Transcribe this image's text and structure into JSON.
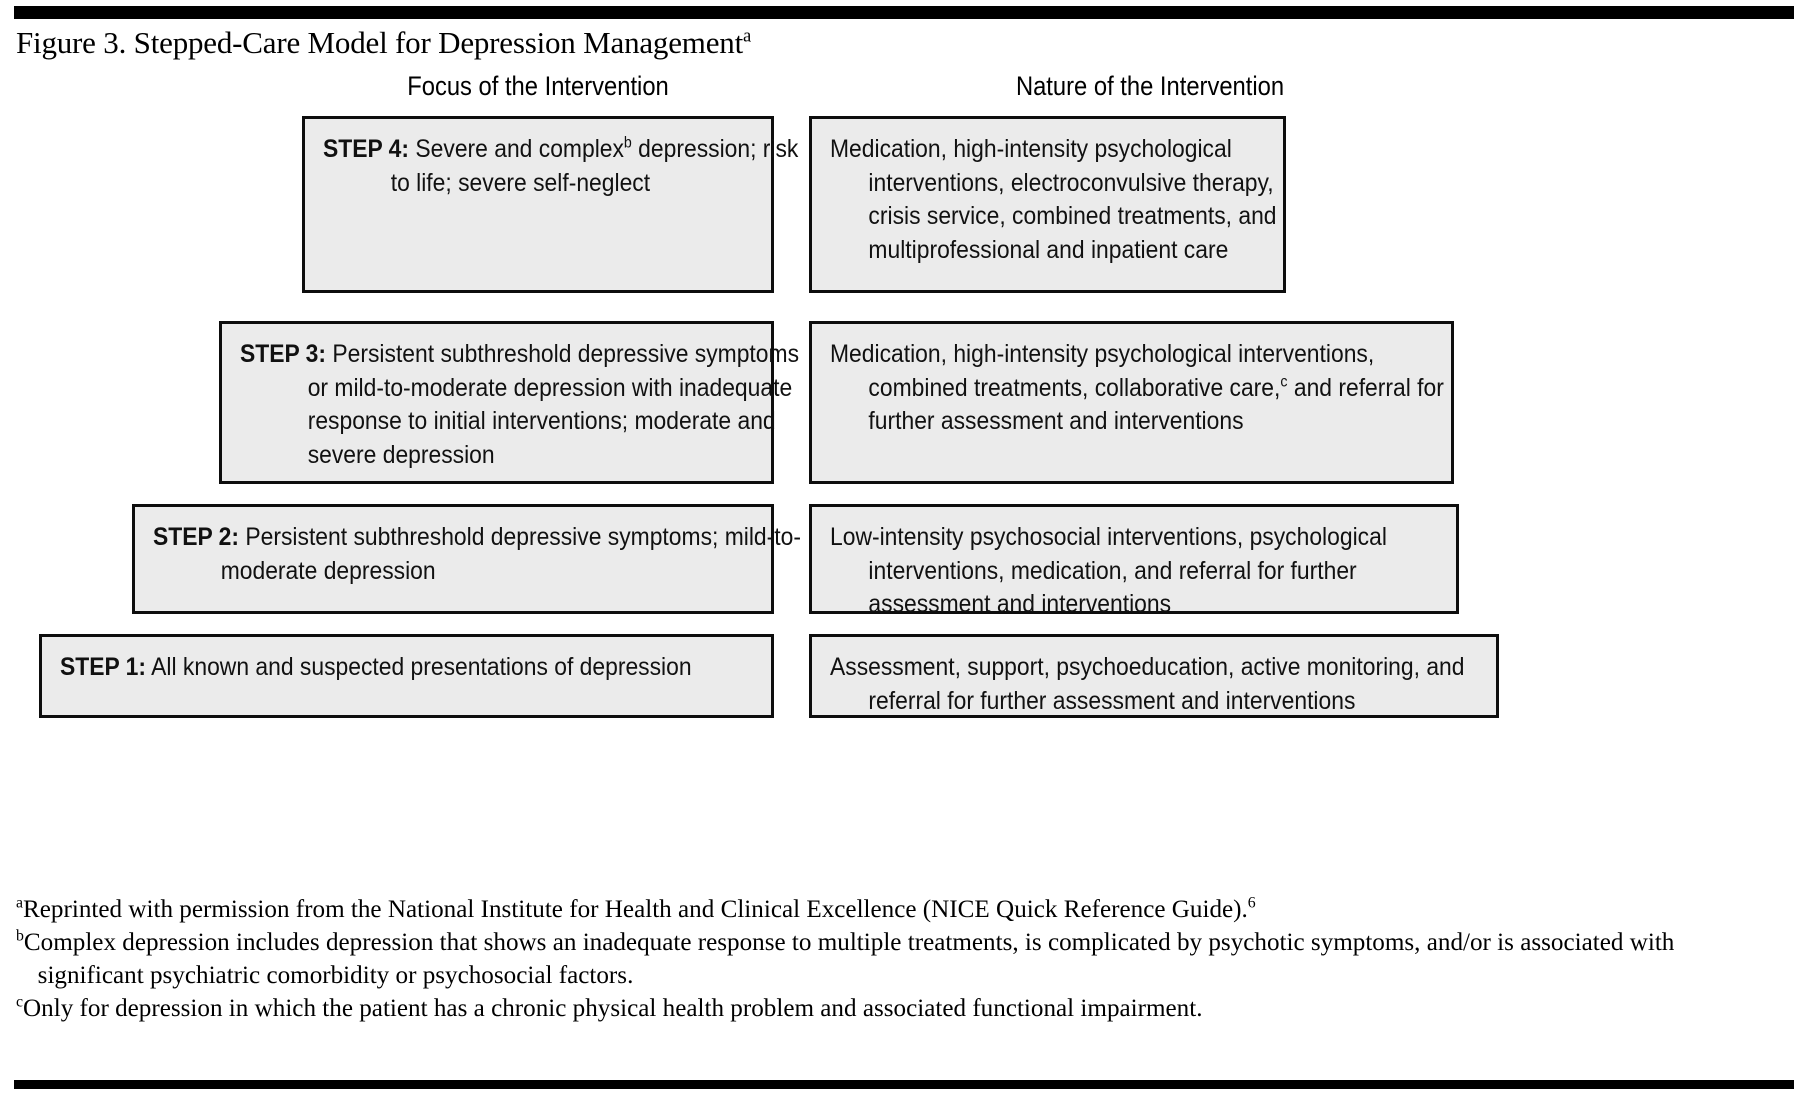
{
  "figure": {
    "title_text": "Figure 3. Stepped-Care Model for Depression Management",
    "title_superscript": "a",
    "accent_rule_color": "#000000",
    "box_fill_color": "#ebebeb",
    "box_border_color": "#0d0d0d"
  },
  "columns": {
    "focus_header": "Focus of the Intervention",
    "nature_header": "Nature of the Intervention"
  },
  "steps": [
    {
      "id": "step-4",
      "label": "STEP 4:",
      "focus_text": "Severe and complex",
      "focus_superscript": "b",
      "focus_text_rest": " depression; risk to life; severe self-neglect",
      "nature_text": "Medication, high-intensity psychological interventions, electroconvulsive therapy, crisis service, combined treatments, and multiprofessional and inpatient care",
      "nature_superscript": "",
      "nature_text_rest": ""
    },
    {
      "id": "step-3",
      "label": "STEP 3:",
      "focus_text": "Persistent subthreshold depressive symptoms or mild-to-moderate depression with inadequate response to initial interventions; moderate and severe depression",
      "focus_superscript": "",
      "focus_text_rest": "",
      "nature_text": "Medication, high-intensity psychological interventions, combined treatments, collaborative care,",
      "nature_superscript": "c",
      "nature_text_rest": " and referral for further assessment and interventions"
    },
    {
      "id": "step-2",
      "label": "STEP 2:",
      "focus_text": "Persistent subthreshold depressive symptoms; mild-to-moderate depression",
      "focus_superscript": "",
      "focus_text_rest": "",
      "nature_text": "Low-intensity psychosocial interventions, psychological interventions, medication, and referral for further assessment and interventions",
      "nature_superscript": "",
      "nature_text_rest": ""
    },
    {
      "id": "step-1",
      "label": "STEP 1:",
      "focus_text": "All known and suspected presentations of depression",
      "focus_superscript": "",
      "focus_text_rest": "",
      "nature_text": "Assessment, support, psychoeducation, active monitoring, and referral for further assessment and interventions",
      "nature_superscript": "",
      "nature_text_rest": ""
    }
  ],
  "footnotes": [
    {
      "marker": "a",
      "text": "Reprinted with permission from the National Institute for Health and Clinical Excellence (NICE Quick Reference Guide).",
      "reference": "6"
    },
    {
      "marker": "b",
      "text": "Complex depression includes depression that shows an inadequate response to multiple treatments, is complicated by psychotic symptoms, and/or is associated with significant psychiatric comorbidity or psychosocial factors.",
      "reference": ""
    },
    {
      "marker": "c",
      "text": "Only for depression in which the patient has a chronic physical health problem and associated functional impairment.",
      "reference": ""
    }
  ]
}
